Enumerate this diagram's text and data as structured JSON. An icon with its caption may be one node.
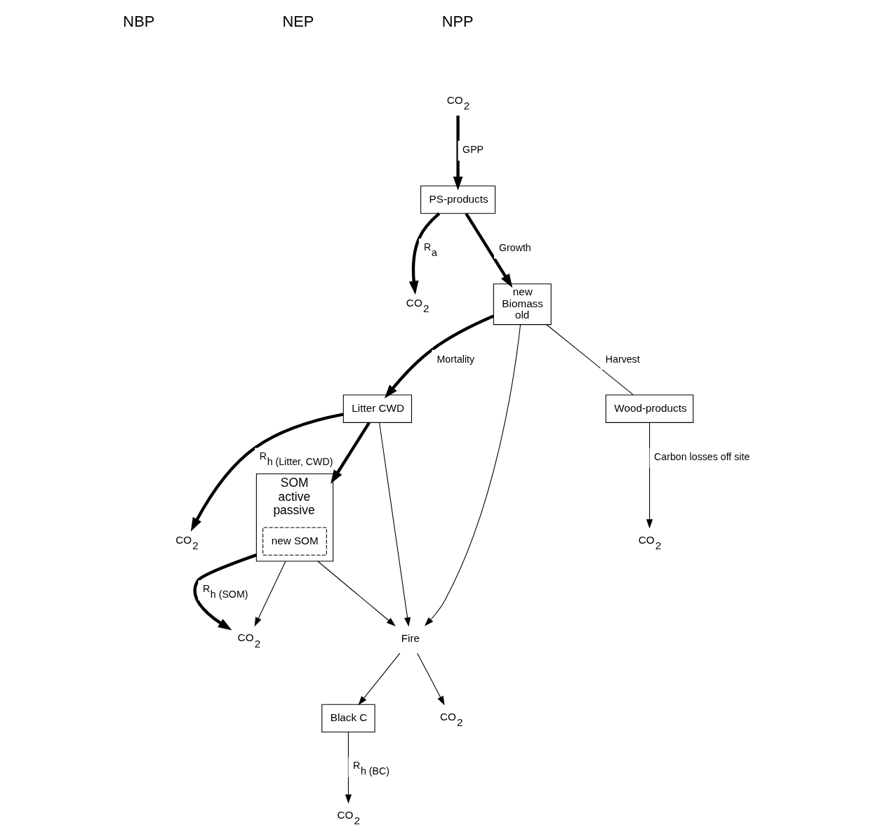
{
  "diagram": {
    "nodes": [
      {
        "text": [
          "CO$_{2}$"
        ]
      },
      {
        "text": [
          "PS-products"
        ]
      },
      {
        "text": [
          "CO$_{2}$"
        ]
      },
      {
        "text": [
          "new",
          "Biomass",
          "old"
        ]
      },
      {
        "text": [
          "Litter CWD"
        ]
      },
      {
        "text": [
          "CO$_{2}$"
        ]
      },
      {
        "text": [
          "SOM",
          "active",
          "passive"
        ]
      },
      {
        "text": [
          "new SOM"
        ],
        "in": 6
      },
      {
        "text": [
          "CO$_{2}$"
        ]
      },
      {
        "text": [
          "CO$_{2}$"
        ]
      },
      {
        "text": [
          "Fire"
        ]
      },
      {
        "text": [
          "Black C"
        ]
      },
      {
        "text": [
          "Wood-products"
        ]
      },
      {
        "text": [
          "CO$_{2}$"
        ]
      },
      {
        "text": [
          "CO$_{2}$"
        ]
      }
    ],
    "edges": [
      {
        "from": 0,
        "to": 1,
        "label": "GPP",
        "arrow": "to",
        "style": "thick"
      },
      {
        "from": 1,
        "to": 3,
        "label": "Growth",
        "arrow": "to",
        "style": "thick"
      },
      {
        "from": 1,
        "to": 2,
        "label": "R$_{a}$",
        "arrow": "to",
        "style": "thick"
      },
      {
        "from": 3,
        "to": 4,
        "label": "Mortality",
        "arrow": "to",
        "style": "thick"
      },
      {
        "from": 4,
        "to": 5,
        "label": "R$_{h (Litter, CWD)}$",
        "arrow": "to",
        "style": "thick"
      },
      {
        "from": 4,
        "to": 6,
        "arrow": "to",
        "style": "thick"
      },
      {
        "from": 6,
        "to": 8,
        "label": "R$_{h (SOM)}$",
        "arrow": "to",
        "style": "thick"
      },
      {
        "from": 6,
        "to": 8,
        "arrow": "to"
      },
      {
        "from": 3,
        "to": 12,
        "label": "Harvest",
        "arrow": "none"
      },
      {
        "from": 12,
        "to": 14,
        "label": "Carbon losses off site",
        "arrow": "to"
      },
      {
        "from": 3,
        "to": 10,
        "arrow": "to"
      },
      {
        "from": 4,
        "to": 10,
        "arrow": "to"
      },
      {
        "from": 6,
        "to": 10,
        "arrow": "to"
      },
      {
        "from": 10,
        "to": 13,
        "arrow": "to"
      },
      {
        "from": 10,
        "to": 11,
        "arrow": "to"
      },
      {
        "from": 11,
        "to": 9,
        "label": "R$_{h (BC)}$",
        "arrow": "to"
      }
    ],
    "labels": [
      "NBP",
      "NEP",
      "NPP"
    ]
  }
}
